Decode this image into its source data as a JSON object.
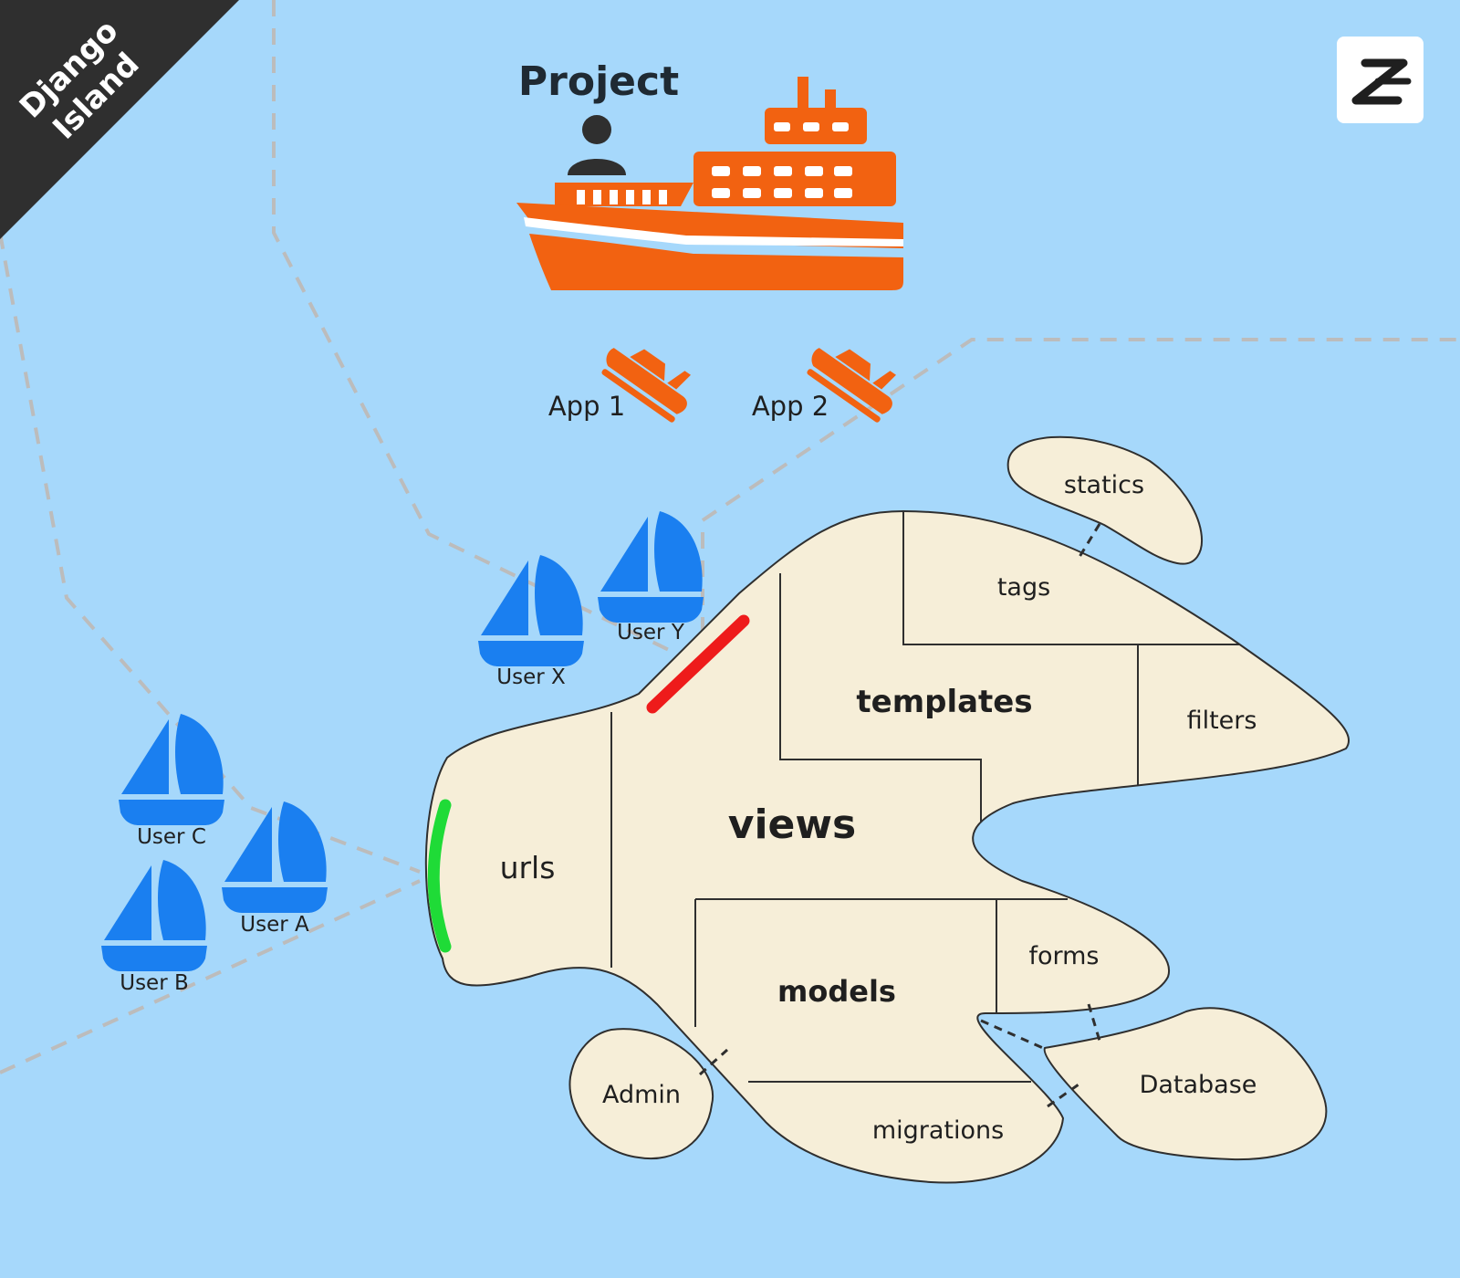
{
  "colors": {
    "sea": "#a6d8fb",
    "land": "#f6eed8",
    "ship": "#f26211",
    "boat": "#1a7ff0",
    "route": "#bcbcbc",
    "corner": "#2f2f2f",
    "red_zone": "#ee1b1b",
    "green_zone": "#1fdb37"
  },
  "corner_banner": {
    "line1": "Django",
    "line2": "Island"
  },
  "logo": {
    "icon": "z-logo-icon"
  },
  "project": {
    "label": "Project",
    "icons": [
      "person-icon",
      "ship-icon"
    ]
  },
  "apps": [
    {
      "label": "App 1",
      "icon": "jetski-icon"
    },
    {
      "label": "App 2",
      "icon": "jetski-icon"
    }
  ],
  "users": [
    {
      "label": "User X",
      "icon": "sailboat-icon"
    },
    {
      "label": "User Y",
      "icon": "sailboat-icon"
    },
    {
      "label": "User C",
      "icon": "sailboat-icon"
    },
    {
      "label": "User A",
      "icon": "sailboat-icon"
    },
    {
      "label": "User B",
      "icon": "sailboat-icon"
    }
  ],
  "regions": {
    "urls": "urls",
    "views": "views",
    "templates": "templates",
    "tags": "tags",
    "filters": "filters",
    "models": "models",
    "forms": "forms",
    "migrations": "migrations"
  },
  "islets": {
    "statics": "statics",
    "admin": "Admin",
    "database": "Database"
  }
}
